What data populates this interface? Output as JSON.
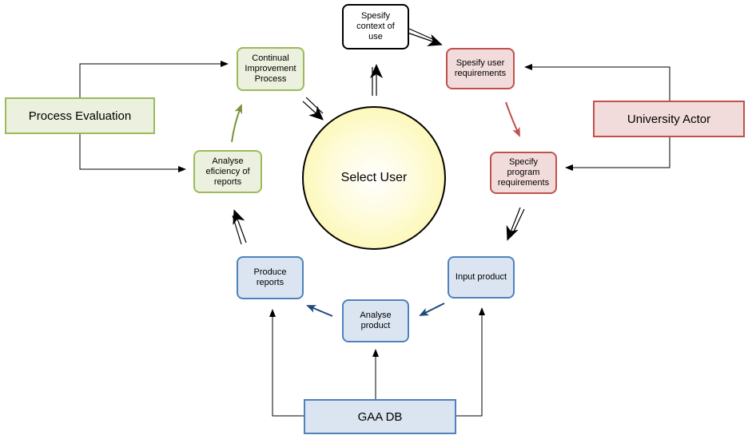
{
  "center": {
    "label": "Select User"
  },
  "nodes": {
    "spesify_context": "Spesify\ncontext of\nuse",
    "spesify_user_requirements": "Spesify user\nrequirements",
    "specify_program_requirements": "Specify\nprogram\nrequirements",
    "input_product": "Input product",
    "analyse_product": "Analyse\nproduct",
    "produce_reports": "Produce\nreports",
    "analyse_efficiency": "Analyse\neficiency of\nreports",
    "continual_improvement": "Continual\nImprovement\nProcess"
  },
  "actors": {
    "process_evaluation": "Process Evaluation",
    "university_actor": "University Actor",
    "gaa_db": "GAA DB"
  },
  "colors": {
    "green_border": "#9bbb59",
    "green_fill": "#ebf1de",
    "red_border": "#c0504d",
    "red_fill": "#f2dcdb",
    "blue_border": "#4f81bd",
    "blue_fill": "#dbe5f1",
    "blue_arrow": "#1f497d",
    "circle_fill": "#fbf59a"
  }
}
